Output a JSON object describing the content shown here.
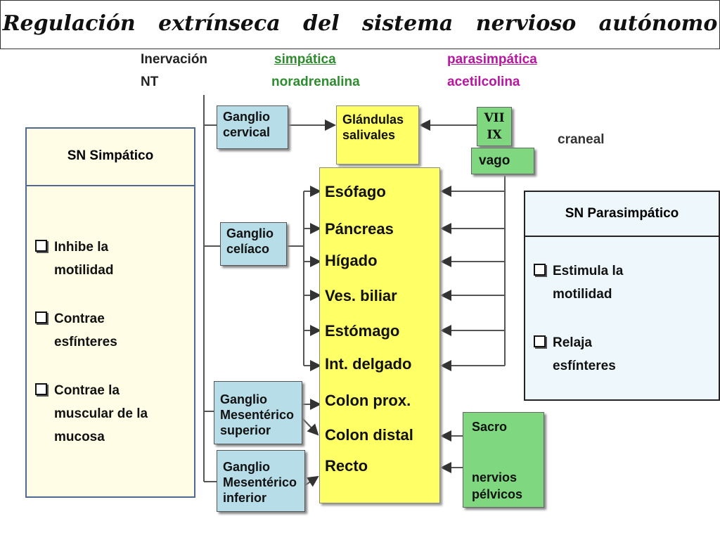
{
  "title": "Regulación extrínseca del sistema nervioso autónomo",
  "header": {
    "inervacion_label": "Inervación",
    "nt_label": "NT",
    "simpatica": "simpática",
    "noradrenalina": "noradrenalina",
    "parasimpatica": "parasimpática",
    "acetilcolina": "acetilcolina",
    "colors": {
      "simpatica": "#2e8b2e",
      "parasimpatica": "#b5179e"
    }
  },
  "ganglia": {
    "cervical": [
      "Ganglio",
      "cervical"
    ],
    "celiaco": [
      "Ganglio",
      "celíaco"
    ],
    "mes_sup": [
      "Ganglio",
      "Mesentérico",
      "superior"
    ],
    "mes_inf": [
      "Ganglio",
      "Mesentérico",
      "inferior"
    ]
  },
  "glandulas": [
    "Glándulas",
    "salivales"
  ],
  "cranial": {
    "vii": "VII",
    "ix": "IX",
    "vago": "vago",
    "craneal": "craneal"
  },
  "sacro": {
    "sacro": "Sacro",
    "nervios": "nervios",
    "pelvicos": "pélvicos"
  },
  "organs": [
    "Esófago",
    "Páncreas",
    "Hígado",
    "Ves. biliar",
    "Estómago",
    "Int. delgado",
    "Colon prox.",
    "Colon distal",
    "Recto"
  ],
  "sn_simpatico": {
    "title": "SN  Simpático",
    "items": [
      [
        "Inhibe la",
        "motilidad"
      ],
      [
        "Contrae",
        "esfínteres"
      ],
      [
        "Contrae la",
        "muscular de la",
        "mucosa"
      ]
    ]
  },
  "sn_parasimpatico": {
    "title": "SN  Parasimpático",
    "items": [
      [
        "Estimula  la",
        "motilidad"
      ],
      [
        "Relaja",
        "esfínteres"
      ]
    ]
  }
}
